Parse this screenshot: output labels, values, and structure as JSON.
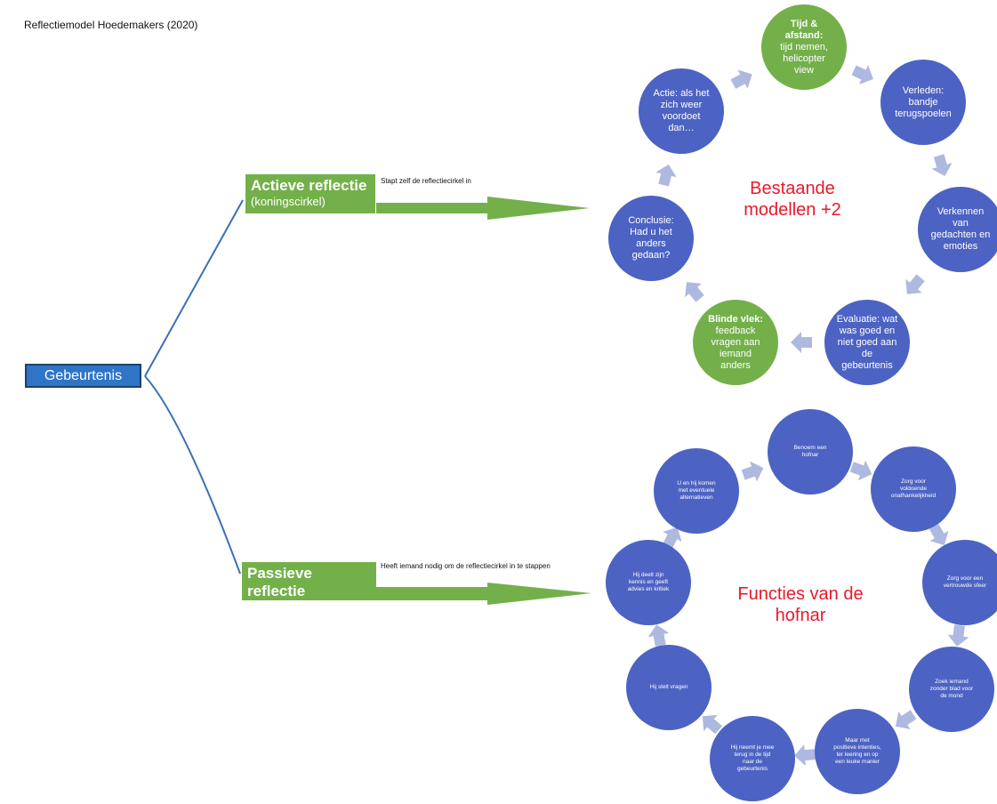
{
  "title": "Reflectiemodel Hoedemakers (2020)",
  "start": "Gebeurtenis",
  "active": {
    "title": "Actieve reflectie",
    "subtitle": "(koningscirkel)",
    "note": "Stapt zelf de reflectiecirkel in",
    "center": [
      "Bestaande",
      "modellen +2"
    ],
    "circles": [
      {
        "head": "Tijd &",
        "head2": "afstand:",
        "lines": [
          "tijd nemen,",
          "helicopter",
          "view"
        ],
        "color": "green"
      },
      {
        "lines": [
          "Verleden:",
          "bandje",
          "terugspoelen"
        ],
        "color": "blue"
      },
      {
        "lines": [
          "Verkennen",
          "van",
          "gedachten en",
          "emoties"
        ],
        "color": "blue"
      },
      {
        "lines": [
          "Evaluatie: wat",
          "was goed en",
          "niet goed aan",
          "de",
          "gebeurtenis"
        ],
        "color": "blue"
      },
      {
        "head": "Blinde vlek:",
        "lines": [
          "feedback",
          "vragen aan",
          "iemand",
          "anders"
        ],
        "color": "green"
      },
      {
        "lines": [
          "Conclusie:",
          "Had u het",
          "anders",
          "gedaan?"
        ],
        "color": "blue"
      },
      {
        "lines": [
          "Actie: als het",
          "zich weer",
          "voordoet",
          "dan…"
        ],
        "color": "blue"
      }
    ]
  },
  "passive": {
    "title": "Passieve reflectie",
    "subtitle": "(hofnarcirkel)",
    "note": "Heeft iemand nodig om  de reflectiecirkel in te stappen",
    "center": [
      "Functies van de",
      "hofnar"
    ],
    "circles": [
      {
        "lines": [
          "Benoem een",
          "hofnar"
        ]
      },
      {
        "lines": [
          "Zorg voor",
          "voldoende",
          "onafhankelijkheid"
        ]
      },
      {
        "lines": [
          "Zorg voor een",
          "vertrouwde sfeer"
        ]
      },
      {
        "lines": [
          "Zoek iemand",
          "zonder blad voor",
          "de mond"
        ]
      },
      {
        "lines": [
          "Maar met",
          "positieve intenties,",
          "ter leering en op",
          "een leuke manier"
        ]
      },
      {
        "lines": [
          "Hij neemt je mee",
          "terug in de tijd",
          "naar de",
          "gebeurtenis"
        ]
      },
      {
        "lines": [
          "Hij stelt vragen"
        ]
      },
      {
        "lines": [
          "Hij deelt zijn",
          "kennis en geeft",
          "advies en kritiek"
        ]
      },
      {
        "lines": [
          "U en hij komen",
          "met eventuele",
          "alternatieven"
        ]
      }
    ]
  },
  "colors": {
    "blue": "#4C63C3",
    "green": "#73B04A",
    "arrow": "#AEB9E0",
    "red": "#E8192C",
    "line": "#3A70B5"
  }
}
